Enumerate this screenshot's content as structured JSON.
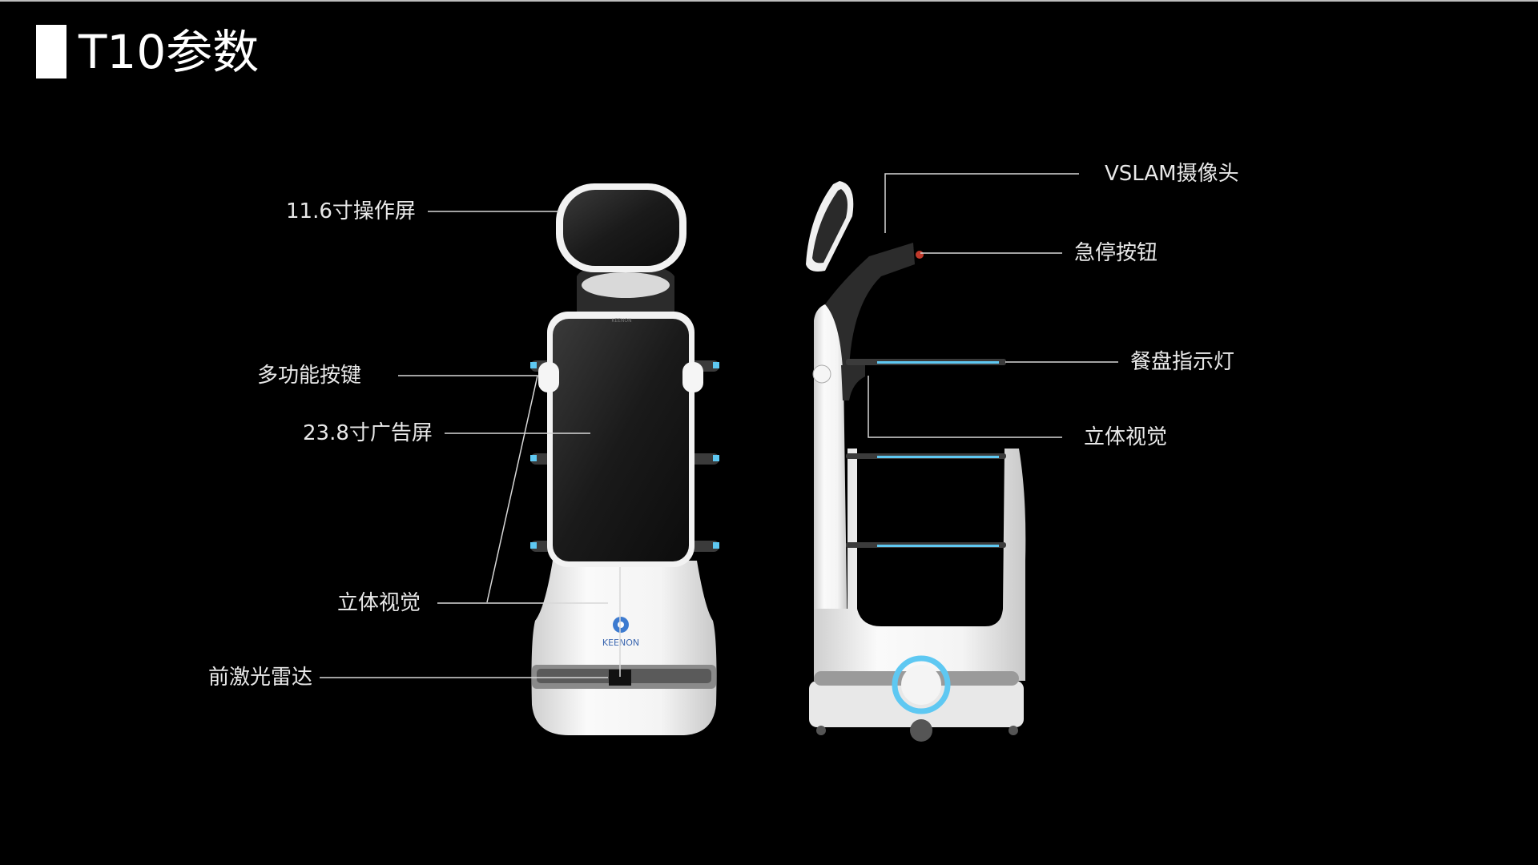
{
  "header": {
    "title": "T10参数"
  },
  "front_view": {
    "labels": {
      "operation_screen": "11.6寸操作屏",
      "multi_function_keys": "多功能按键",
      "ad_screen": "23.8寸广告屏",
      "stereo_vision": "立体视觉",
      "front_lidar": "前激光雷达"
    },
    "brand": "KEENON"
  },
  "side_view": {
    "labels": {
      "vslam_camera": "VSLAM摄像头",
      "emergency_stop": "急停按钮",
      "tray_indicator": "餐盘指示灯",
      "stereo_vision": "立体视觉"
    }
  },
  "colors": {
    "background": "#000000",
    "accent_light": "#5ec8f2",
    "stop_button": "#c0392b"
  }
}
